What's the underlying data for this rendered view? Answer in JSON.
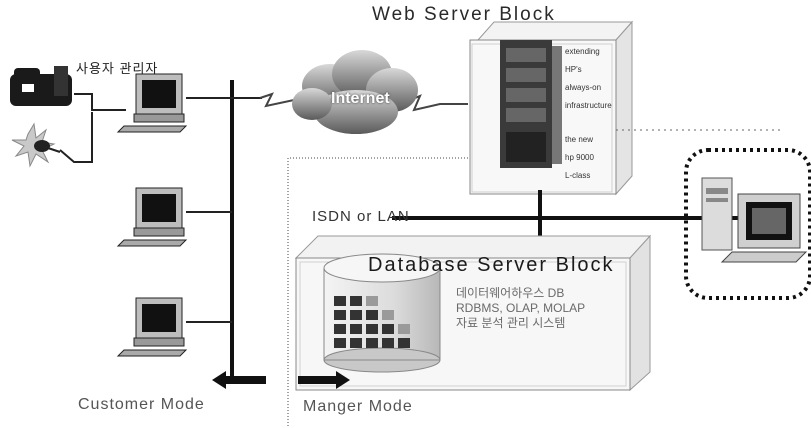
{
  "diagram": {
    "web_server_block": "Web Server Block",
    "database_server_block": "Database Server Block",
    "internet": "Internet",
    "user_label_korean": "사용자 관리자",
    "network_label": "ISDN or LAN",
    "db_desc_lines": [
      "데이터웨어하우스 DB",
      "RDBMS, OLAP, MOLAP",
      "자료 분석 관리 시스템"
    ],
    "server_side_text": [
      "extending",
      "HP's",
      "always-on",
      "infrastructure",
      "",
      "the new",
      "hp 9000",
      "L-class"
    ],
    "customer_mode": "Customer Mode",
    "manager_mode": "Manger Mode"
  }
}
